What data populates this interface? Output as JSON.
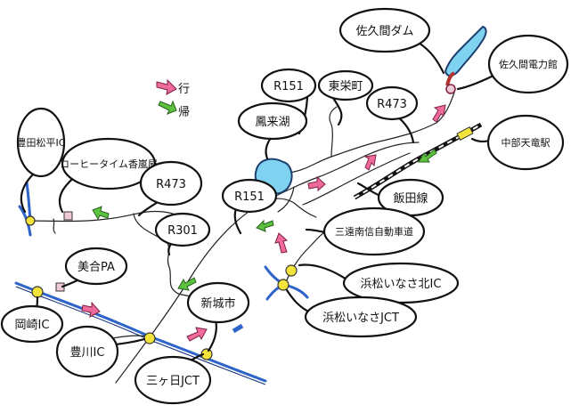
{
  "map": {
    "legend": {
      "go_label": "行",
      "return_label": "帰"
    },
    "colors": {
      "go_arrow": "#f06b9a",
      "return_arrow": "#5cc23f",
      "expressway": "#2e63c9",
      "lake_water": "#7fd3f0",
      "ic_marker": "#f2e43a",
      "station_marker": "#f0c9d6"
    },
    "labels": {
      "sakuma_dam": "佐久間ダム",
      "sakuma_power_station": "佐久間電力館",
      "chubu_tenryu_station": "中部天竜駅",
      "iida_line": "飯田線",
      "sanen_nanshin_expressway": "三遠南信自動車道",
      "hamamatsu_inasa_kita_ic": "浜松いなさ北IC",
      "hamamatsu_inasa_jct": "浜松いなさJCT",
      "shinshiro_city": "新城市",
      "mikkabi_jct": "三ヶ日JCT",
      "toyokawa_ic": "豊川IC",
      "okazaki_ic": "岡崎IC",
      "mikawa_pa": "美合PA",
      "toyota_matsudaira_ic": "豊田松平IC",
      "coffee_time": "コーヒータイム香嵐屋",
      "r473_west": "R473",
      "r301": "R301",
      "r151_south": "R151",
      "horaiko": "鳳来湖",
      "r151_north": "R151",
      "toei_town": "東栄町",
      "r473_east": "R473"
    }
  }
}
